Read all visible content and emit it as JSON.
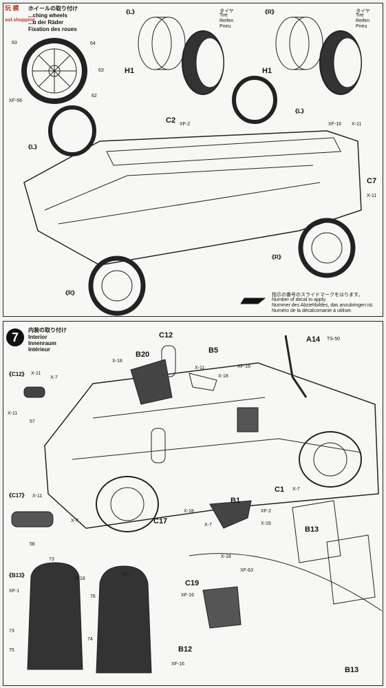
{
  "watermark": {
    "site": "ool.shopping",
    "chars": "玩 模"
  },
  "step6": {
    "title_jp": "ホイールの取り付け",
    "title_en": "...ching wheels",
    "title_de": "...u der Räder",
    "title_fr": "Fixation des roues",
    "left_tag": "《L》",
    "right_tag": "《R》",
    "tire_jp": "タイヤ",
    "tire_en": "Tire",
    "tire_de": "Reifen",
    "tire_fr": "Pneu",
    "h1": "H1",
    "c2": "C2",
    "xf2": "XF-2",
    "xf16": "XF-16",
    "x11": "X-11",
    "c7": "C7",
    "xf56": "XF-56",
    "wheel_l": "《L》",
    "wheel_r": "《R》",
    "decal_nums": [
      "63",
      "64",
      "63",
      "62"
    ],
    "decal_jp": "指示の番号のスライドマークをはります。",
    "decal_en": "Number of decal to apply.",
    "decal_de": "Nummer des Abziehbildes, das anzubringen ist.",
    "decal_fr": "Numéro de la décalcomanie à utiliser."
  },
  "step7": {
    "number": "7",
    "title_jp": "内装の取り付け",
    "title_en": "Interior",
    "title_de": "Innenraum",
    "title_fr": "Intérieur",
    "c12_tag": "《C12》",
    "c17_tag": "《C17》",
    "b13_tag": "《B13》",
    "c12": "C12",
    "b20": "B20",
    "b5": "B5",
    "a14": "A14",
    "ts50": "TS-50",
    "c1": "C1",
    "c17": "C17",
    "b1": "B1",
    "b13": "B13",
    "c19": "C19",
    "b12": "B12",
    "x7": "X-7",
    "x11": "X-11",
    "x18": "X-18",
    "xf16": "XF-16",
    "xf2": "XF-2",
    "xf1": "XF-1",
    "xf63": "XF-63",
    "decal_57": "57",
    "decal_56": "56",
    "decal_nums_b13": [
      "73",
      "72",
      "76",
      "73",
      "74",
      "75"
    ]
  }
}
